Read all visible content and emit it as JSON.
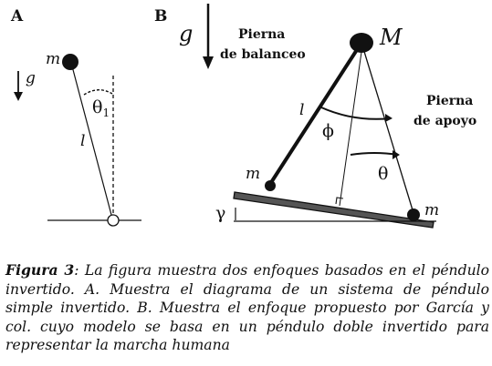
{
  "panel_a": {
    "label": "A",
    "mass": "m",
    "gravity": "g",
    "angle": "θ",
    "angle_sub": "1",
    "length": "l"
  },
  "panel_b": {
    "label": "B",
    "gravity": "g",
    "swing_leg_line1": "Pierna",
    "swing_leg_line2": "de balanceo",
    "hip_mass": "M",
    "length": "l",
    "stance_leg_line1": "Pierna",
    "stance_leg_line2": "de apoyo",
    "phi": "ϕ",
    "theta": "θ",
    "foot_mass_left": "m",
    "foot_mass_right": "m",
    "slope": "γ"
  },
  "caption": {
    "figure_label": "Figura 3",
    "text": ": La figura muestra dos enfoques basados en el péndulo invertido. A. Muestra el diagrama de un sistema de péndulo simple invertido. B. Muestra el enfoque propuesto por García y col. cuyo modelo se basa en un péndulo doble invertido para representar la marcha humana"
  }
}
